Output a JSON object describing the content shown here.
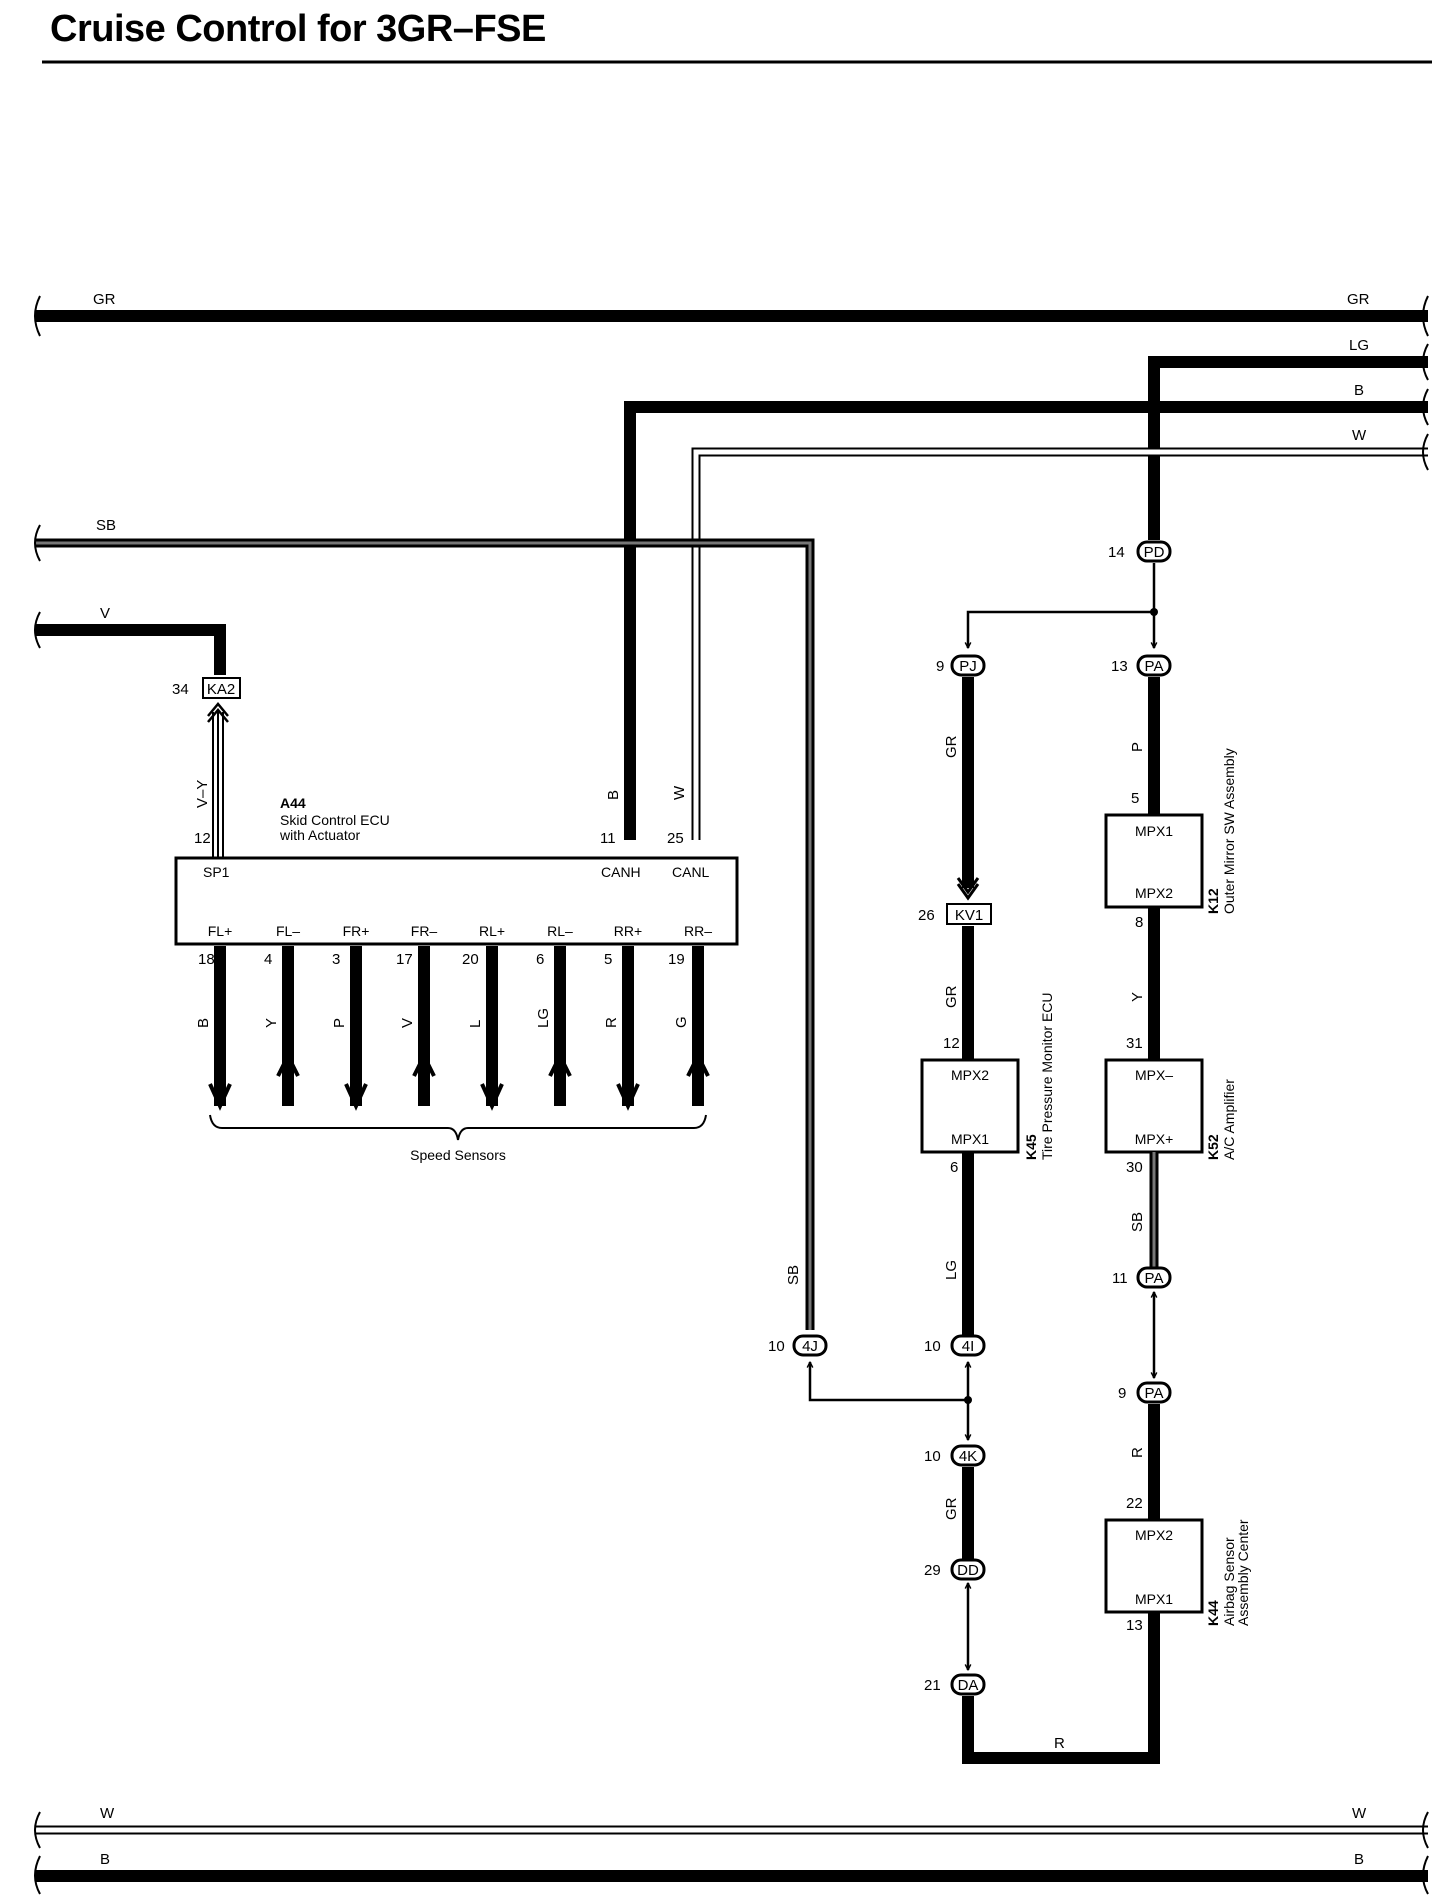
{
  "title": "Cruise Control for 3GR–FSE",
  "wires": {
    "gr": "GR",
    "lg": "LG",
    "b": "B",
    "w": "W",
    "sb": "SB",
    "v": "V",
    "vy": "V–Y",
    "p": "P",
    "y": "Y",
    "r": "R"
  },
  "connectors": {
    "ka2": "KA2",
    "pd": "PD",
    "pj": "PJ",
    "pa": "PA",
    "kv1": "KV1",
    "c4j": "4J",
    "c4i": "4I",
    "c4k": "4K",
    "dd": "DD",
    "da": "DA"
  },
  "pins": {
    "ka2": "34",
    "pd": "14",
    "pj": "9",
    "pa_top": "13",
    "kv1": "26",
    "c4j": "10",
    "c4i": "10",
    "c4k": "10",
    "dd": "29",
    "da": "21",
    "pa_mid": "11",
    "pa_low": "9",
    "a44_sp1": "12",
    "a44_canh": "11",
    "a44_canl": "25",
    "a44_bottom": [
      "18",
      "4",
      "3",
      "17",
      "20",
      "6",
      "5",
      "19"
    ],
    "k45_top": "12",
    "k45_bottom": "6",
    "k12_top": "5",
    "k12_bottom": "8",
    "k52_top": "31",
    "k52_bottom": "30",
    "k44_top": "22",
    "k44_bottom": "13"
  },
  "a44": {
    "id": "A44",
    "name1": "Skid Control ECU",
    "name2": "with Actuator",
    "sp1": "SP1",
    "canh": "CANH",
    "canl": "CANL",
    "terminals": [
      "FL+",
      "FL–",
      "FR+",
      "FR–",
      "RL+",
      "RL–",
      "RR+",
      "RR–"
    ],
    "wire_colors": [
      "B",
      "Y",
      "P",
      "V",
      "L",
      "LG",
      "R",
      "G"
    ]
  },
  "speed_sensors": "Speed Sensors",
  "k45": {
    "id": "K45",
    "name": "Tire Pressure Monitor ECU",
    "top": "MPX2",
    "bottom": "MPX1"
  },
  "k12": {
    "id": "K12",
    "name": "Outer Mirror SW Assembly",
    "top": "MPX1",
    "bottom": "MPX2"
  },
  "k52": {
    "id": "K52",
    "name": "A/C Amplifier",
    "top": "MPX–",
    "bottom": "MPX+"
  },
  "k44": {
    "id": "K44",
    "name1": "Airbag Sensor",
    "name2": "Assembly Center",
    "top": "MPX2",
    "bottom": "MPX1"
  }
}
